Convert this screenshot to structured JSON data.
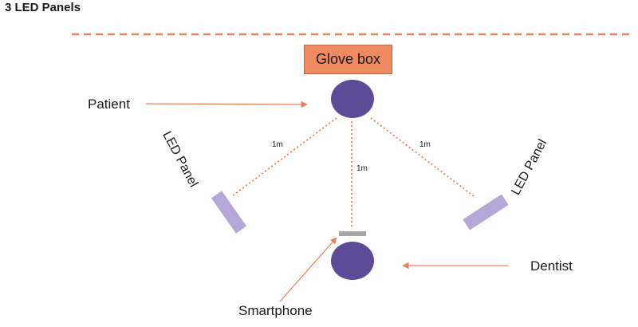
{
  "title": "3 LED Panels",
  "glove_box": {
    "label": "Glove box",
    "color": "#f08a61"
  },
  "labels": {
    "patient": "Patient",
    "dentist": "Dentist",
    "smartphone": "Smartphone",
    "led_panel_left": "LED Panel",
    "led_panel_right": "LED Panel"
  },
  "distances": {
    "left": "1m",
    "center": "1m",
    "right": "1m"
  },
  "colors": {
    "person": "#5e4b97",
    "panel": "#b5a8d8",
    "arrow": "#e8825a",
    "phone": "#a6a6a6",
    "dashed_line": "#e8825a"
  }
}
